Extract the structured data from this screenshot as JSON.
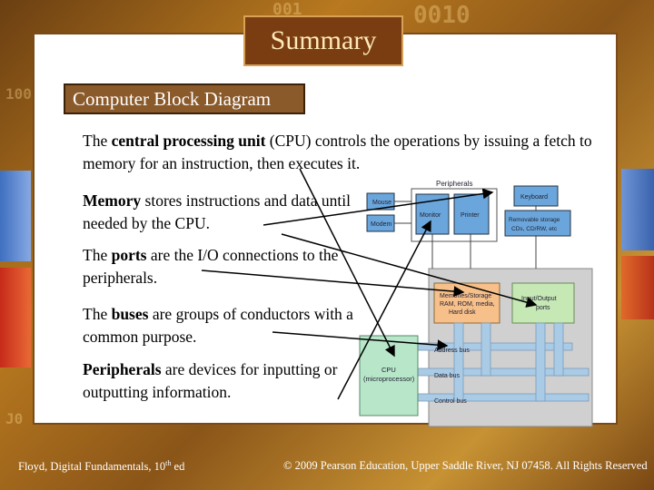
{
  "slide": {
    "title": "Summary",
    "subtitle": "Computer Block Diagram"
  },
  "paragraphs": {
    "cpu": {
      "term": "central processing unit",
      "before": "The ",
      "after": " (CPU) controls the operations by issuing a fetch to memory for an instruction, then executes it."
    },
    "memory": {
      "term": "Memory",
      "after": " stores instructions and data until needed by the CPU."
    },
    "ports": {
      "before": "The ",
      "term": "ports",
      "after": " are the I/O connections to the peripherals."
    },
    "buses": {
      "before": "The ",
      "term": "buses",
      "after": " are groups of conductors with a common purpose."
    },
    "peripherals": {
      "term": "Peripherals",
      "after": " are devices for inputting or outputting information."
    }
  },
  "diagram": {
    "peripherals_label": "Peripherals",
    "mouse": "Mouse",
    "modem": "Modem",
    "monitor": "Monitor",
    "printer": "Printer",
    "keyboard": "Keyboard",
    "removable_storage": [
      "Removable storage",
      "CDs, CD/RW, etc"
    ],
    "memory_storage": [
      "Memories/Storage",
      "RAM, ROM, media,",
      "Hard disk"
    ],
    "io_ports": [
      "Input/Output",
      "ports"
    ],
    "cpu": [
      "CPU",
      "(microprocessor)"
    ],
    "address_bus": "Address bus",
    "data_bus": "Data bus",
    "control_bus": "Control bus"
  },
  "footer": {
    "left": "Floyd, Digital Fundamentals, 10",
    "left_sup": "th",
    "left_end": " ed",
    "right": "© 2009 Pearson Education, Upper Saddle River, NJ 07458. All Rights Reserved"
  },
  "background_digits": [
    "001",
    "100",
    "0010",
    "J0"
  ],
  "colors": {
    "title_bg": "#7a3d12",
    "subtitle_bg": "#8b5a2b",
    "device_blue": "#5b9bd5",
    "memory_orange": "#f7c08a",
    "io_green": "#c6e8b5",
    "cpu_green": "#b7e6c9",
    "bus_blue": "#a9cbe6"
  }
}
